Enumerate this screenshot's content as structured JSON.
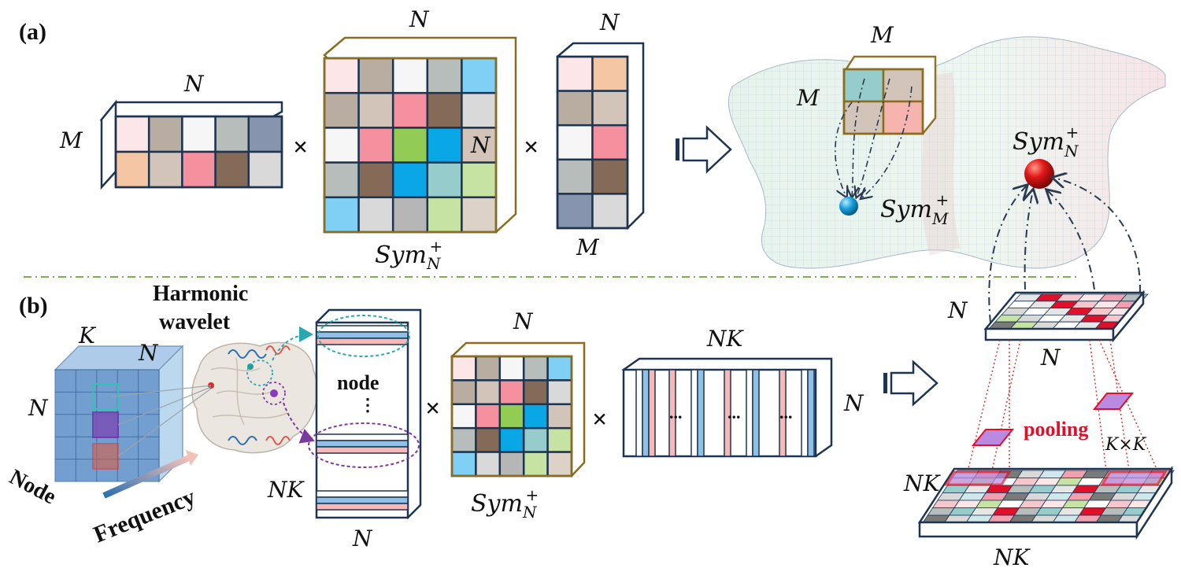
{
  "panel_a": {
    "tag": "(a)",
    "left_matrix": {
      "width_label": "N",
      "height_label": "M",
      "cells": [
        [
          "#fde6e8",
          "#b9aca1",
          "#f6f6f6",
          "#b6bdbb",
          "#8694ae"
        ],
        [
          "#f5c6a3",
          "#d3c4ba",
          "#f5919e",
          "#856a57",
          "#d9d9d9"
        ]
      ]
    },
    "times_1": "×",
    "center_matrix": {
      "top_label": "N",
      "side_label": "N",
      "bottom_label": "Sym",
      "bottom_sub": "N",
      "bottom_sup": "+",
      "cells": [
        [
          "#fde6e8",
          "#b9aca1",
          "#f6f6f6",
          "#b6bdbb",
          "#7fd0f4"
        ],
        [
          "#b9aca1",
          "#d3c4ba",
          "#f5919e",
          "#856a57",
          "#d9d9d9"
        ],
        [
          "#f6f6f6",
          "#f5919e",
          "#93cc54",
          "#0aa7e6",
          "#d3c4ba"
        ],
        [
          "#b6bdbb",
          "#856a57",
          "#0aa7e6",
          "#97cccc",
          "#c6e3a3"
        ],
        [
          "#7fd0f4",
          "#d9d9d9",
          "#b6b6b6",
          "#c6e3a3",
          "#ddd2c8"
        ]
      ]
    },
    "times_2": "×",
    "right_matrix": {
      "top_label": "N",
      "bottom_label": "M",
      "cells": [
        [
          "#fde6e8",
          "#f5c6a3"
        ],
        [
          "#b9aca1",
          "#d3c4ba"
        ],
        [
          "#f6f6f6",
          "#f5919e"
        ],
        [
          "#b6bdbb",
          "#856a57"
        ],
        [
          "#8694ae",
          "#d9d9d9"
        ]
      ]
    },
    "manifold": {
      "small_top": "M",
      "small_side": "M",
      "small_cells": [
        [
          "#97cccc",
          "#d3c4ba"
        ],
        [
          "#d3c4ba",
          "#f5b5ae"
        ]
      ],
      "blue_label": "Sym",
      "blue_sub": "M",
      "blue_sup": "+",
      "red_label": "Sym",
      "red_sub": "N",
      "red_sup": "+"
    }
  },
  "panel_b": {
    "tag": "(b)",
    "harmonic_line1": "Harmonic",
    "harmonic_line2": "wavelet",
    "cube": {
      "k_label": "K",
      "n_top": "N",
      "n_side": "N",
      "node_axis": "Node",
      "freq_axis": "Frequency"
    },
    "tall_matrix": {
      "node_text": "node",
      "dots": "⋮",
      "side_label": "NK",
      "bottom_label": "N"
    },
    "times_1": "×",
    "center_matrix": {
      "top_label": "N",
      "bottom_label": "Sym",
      "bottom_sub": "N",
      "bottom_sup": "+",
      "cells": [
        [
          "#fde6e8",
          "#b9aca1",
          "#f6f6f6",
          "#b6bdbb",
          "#7fd0f4"
        ],
        [
          "#b9aca1",
          "#d3c4ba",
          "#f5919e",
          "#856a57",
          "#d9d9d9"
        ],
        [
          "#f6f6f6",
          "#f5919e",
          "#93cc54",
          "#0aa7e6",
          "#d3c4ba"
        ],
        [
          "#b6bdbb",
          "#856a57",
          "#0aa7e6",
          "#97cccc",
          "#c6e3a3"
        ],
        [
          "#7fd0f4",
          "#d9d9d9",
          "#b6b6b6",
          "#c6e3a3",
          "#ddd2c8"
        ]
      ]
    },
    "times_2": "×",
    "wide_matrix": {
      "top_label": "NK",
      "side_label": "N",
      "dots": [
        "...",
        "...",
        "..."
      ]
    },
    "small_plate": {
      "side_label": "N",
      "bottom_label": "N"
    },
    "pooling": "pooling",
    "kxk": "K×K",
    "big_plate": {
      "side_label": "NK",
      "bottom_label": "NK"
    }
  },
  "colors": {
    "frame_gold": "#8a6d1f",
    "frame_navy": "#1d3550",
    "pink": "#f6b9b9",
    "blue": "#8fc1e6",
    "red": "#e0102a",
    "divider": "#7ab04a"
  }
}
